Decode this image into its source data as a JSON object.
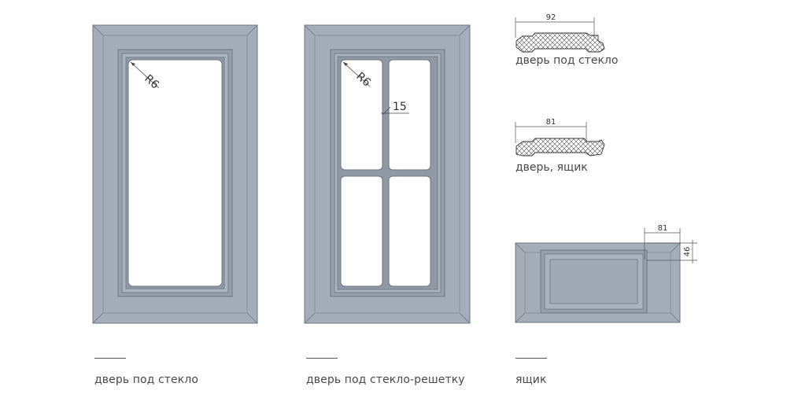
{
  "colors": {
    "panel": "#a5adb9",
    "panel_shade": "#8f98a5",
    "panel_light": "#b7bec9",
    "stroke": "#6d7683",
    "glass": "#ffffff",
    "dim_line": "#555555"
  },
  "captions": {
    "glass_door": "дверь под стекло",
    "lattice_door": "дверь под стекло-решетку",
    "drawer": "ящик"
  },
  "profiles": {
    "glass_door": {
      "label": "дверь под стекло",
      "dimension": "92"
    },
    "door_drawer": {
      "label": "дверь, ящик",
      "dimension": "81"
    }
  },
  "annotations": {
    "radius_glass_door": "R6",
    "radius_lattice_door": "R6",
    "mullion_width": "15",
    "drawer_width_dim": "81",
    "drawer_height_dim": "46"
  }
}
